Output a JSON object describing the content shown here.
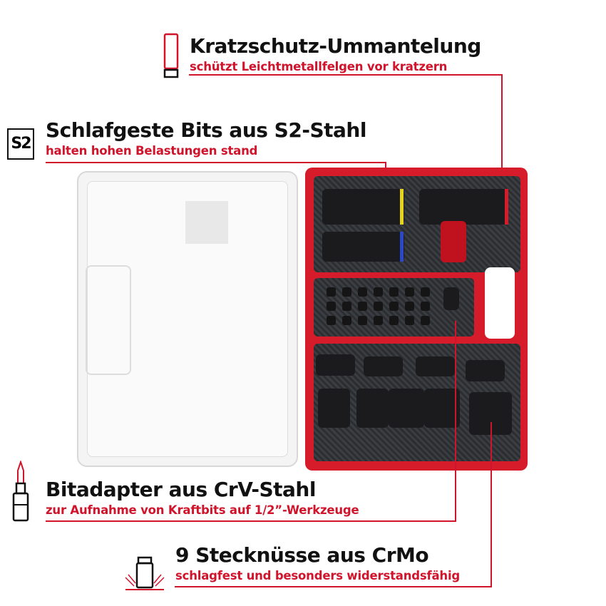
{
  "features": [
    {
      "icon": "socket-sleeve-icon",
      "title": "Kratzschutz-Ummantelung",
      "subtitle": "schützt Leichtmetallfelgen vor kratzern"
    },
    {
      "icon": "s2-badge-icon",
      "badge": "S2",
      "title": "Schlafgeste Bits aus S2-Stahl",
      "subtitle": "halten hohen Belastungen stand"
    },
    {
      "icon": "bit-adapter-icon",
      "title": "Bitadapter aus CrV-Stahl",
      "subtitle": "zur Aufnahme von Kraftbits auf 1/2”-Werkzeuge"
    },
    {
      "icon": "impact-socket-icon",
      "title": "9 Stecknüsse aus CrMo",
      "subtitle": "schlagfest und besonders widerstandsfähig"
    }
  ],
  "colors": {
    "accent": "#d0142c",
    "tray": "#d61b2a",
    "text": "#111111"
  }
}
